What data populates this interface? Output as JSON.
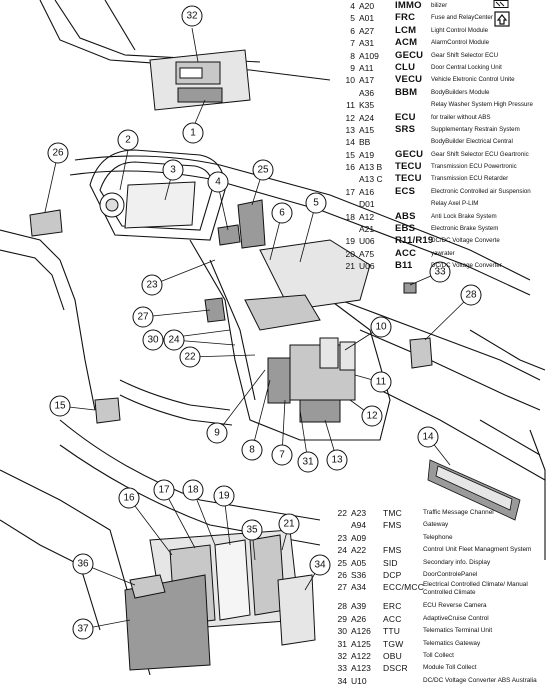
{
  "legend_top": [
    {
      "num": "4",
      "ref": "A20",
      "code": "IMMO",
      "desc": "bilizer"
    },
    {
      "num": "5",
      "ref": "A01",
      "code": "FRC",
      "desc": "Fuse and RelayCenter"
    },
    {
      "num": "6",
      "ref": "A27",
      "code": "LCM",
      "desc": "Light Control Module"
    },
    {
      "num": "7",
      "ref": "A31",
      "code": "ACM",
      "desc": "AlarmControl Module"
    },
    {
      "num": "8",
      "ref": "A109",
      "code": "GECU",
      "desc": "Gear Shift Selector ECU"
    },
    {
      "num": "9",
      "ref": "A11",
      "code": "CLU",
      "desc": "Door Central Locking Unit"
    },
    {
      "num": "10",
      "ref": "A17",
      "code": "VECU",
      "desc": "Vehicle Eletronic Control Unite"
    },
    {
      "num": "",
      "ref": "A36",
      "code": "BBM",
      "desc": "BodyBuilders Module"
    },
    {
      "num": "11",
      "ref": "K35",
      "code": "",
      "desc": "Relay Washer System High Pressure"
    },
    {
      "num": "12",
      "ref": "A24",
      "code": "ECU",
      "desc": "for trailer without ABS"
    },
    {
      "num": "13",
      "ref": "A15",
      "code": "SRS",
      "desc": "Supplementary Restrain System"
    },
    {
      "num": "14",
      "ref": "BB",
      "code": "",
      "desc": "BodyBuilder Electrical Central"
    },
    {
      "num": "15",
      "ref": "A19",
      "code": "GECU",
      "desc": "Gear Shift Selector ECU Geartronic"
    },
    {
      "num": "16",
      "ref": "A13 B",
      "code": "TECU",
      "desc": "Transmission ECU Powertronic"
    },
    {
      "num": "",
      "ref": "A13 C",
      "code": "TECU",
      "desc": "Transmission ECU Retarder"
    },
    {
      "num": "17",
      "ref": "A16",
      "code": "ECS",
      "desc": "Electronic Controlled air Suspension"
    },
    {
      "num": "",
      "ref": "D01",
      "code": "",
      "desc": "Relay Axel P-LIM"
    },
    {
      "num": "18",
      "ref": "A12",
      "code": "ABS",
      "desc": "Anti Lock Brake System"
    },
    {
      "num": "",
      "ref": "A21",
      "code": "EBS",
      "desc": "Electronic Brake System"
    },
    {
      "num": "19",
      "ref": "U06",
      "code": "R11/R19",
      "desc": "DC/DC Voltage Converte"
    },
    {
      "num": "20",
      "ref": "A75",
      "code": "ACC",
      "desc": "yawrater"
    },
    {
      "num": "21",
      "ref": "U06",
      "code": "B11",
      "desc": "DC/DC Voltage Converter"
    }
  ],
  "legend_bottom": [
    {
      "num": "22",
      "ref": "A23",
      "code": "TMC",
      "desc": "Traffic Message Channel"
    },
    {
      "num": "",
      "ref": "A94",
      "code": "FMS",
      "desc": "Gateway"
    },
    {
      "num": "23",
      "ref": "A09",
      "code": "",
      "desc": "Telephone"
    },
    {
      "num": "24",
      "ref": "A22",
      "code": "FMS",
      "desc": "Control Unit Fleet Managment System"
    },
    {
      "num": "25",
      "ref": "A05",
      "code": "SID",
      "desc": "Secondary info. Display"
    },
    {
      "num": "26",
      "ref": "S36",
      "code": "DCP",
      "desc": "DoorControlePanel"
    },
    {
      "num": "27",
      "ref": "A34",
      "code": "ECC/MCC",
      "desc": "Electrical Controlled Climate/ Manual Controlled Climate"
    },
    {
      "num": "28",
      "ref": "A39",
      "code": "ERC",
      "desc": "ECU Reverse Camera"
    },
    {
      "num": "29",
      "ref": "A26",
      "code": "ACC",
      "desc": "AdaptiveCruise Control"
    },
    {
      "num": "30",
      "ref": "A126",
      "code": "TTU",
      "desc": "Telematics Terminal Unit"
    },
    {
      "num": "31",
      "ref": "A125",
      "code": "TGW",
      "desc": "Telematics Gateway"
    },
    {
      "num": "32",
      "ref": "A122",
      "code": "OBU",
      "desc": "Toll Collect"
    },
    {
      "num": "33",
      "ref": "A123",
      "code": "DSCR",
      "desc": "Module Toll Collect"
    },
    {
      "num": "34",
      "ref": "U10",
      "code": "",
      "desc": "DC/DC Voltage Converter ABS Australia"
    }
  ],
  "callouts": [
    {
      "n": "1"
    },
    {
      "n": "2"
    },
    {
      "n": "3"
    },
    {
      "n": "4"
    },
    {
      "n": "5"
    },
    {
      "n": "6"
    },
    {
      "n": "7"
    },
    {
      "n": "8"
    },
    {
      "n": "9"
    },
    {
      "n": "10"
    },
    {
      "n": "11"
    },
    {
      "n": "12"
    },
    {
      "n": "13"
    },
    {
      "n": "14"
    },
    {
      "n": "15"
    },
    {
      "n": "16"
    },
    {
      "n": "17"
    },
    {
      "n": "18"
    },
    {
      "n": "19"
    },
    {
      "n": "21"
    },
    {
      "n": "22"
    },
    {
      "n": "23"
    },
    {
      "n": "24"
    },
    {
      "n": "25"
    },
    {
      "n": "26"
    },
    {
      "n": "27"
    },
    {
      "n": "28"
    },
    {
      "n": "30"
    },
    {
      "n": "31"
    },
    {
      "n": "32"
    },
    {
      "n": "33"
    },
    {
      "n": "34"
    },
    {
      "n": "35"
    },
    {
      "n": "36"
    },
    {
      "n": "37"
    }
  ],
  "icons": [
    "truck-icon",
    "arrow-up-icon"
  ],
  "colors": {
    "line": "#111111",
    "fill_dark": "#9a9a9a",
    "fill_mid": "#c8c8c8",
    "fill_light": "#e6e6e6",
    "callout_bg": "#ffffff"
  }
}
